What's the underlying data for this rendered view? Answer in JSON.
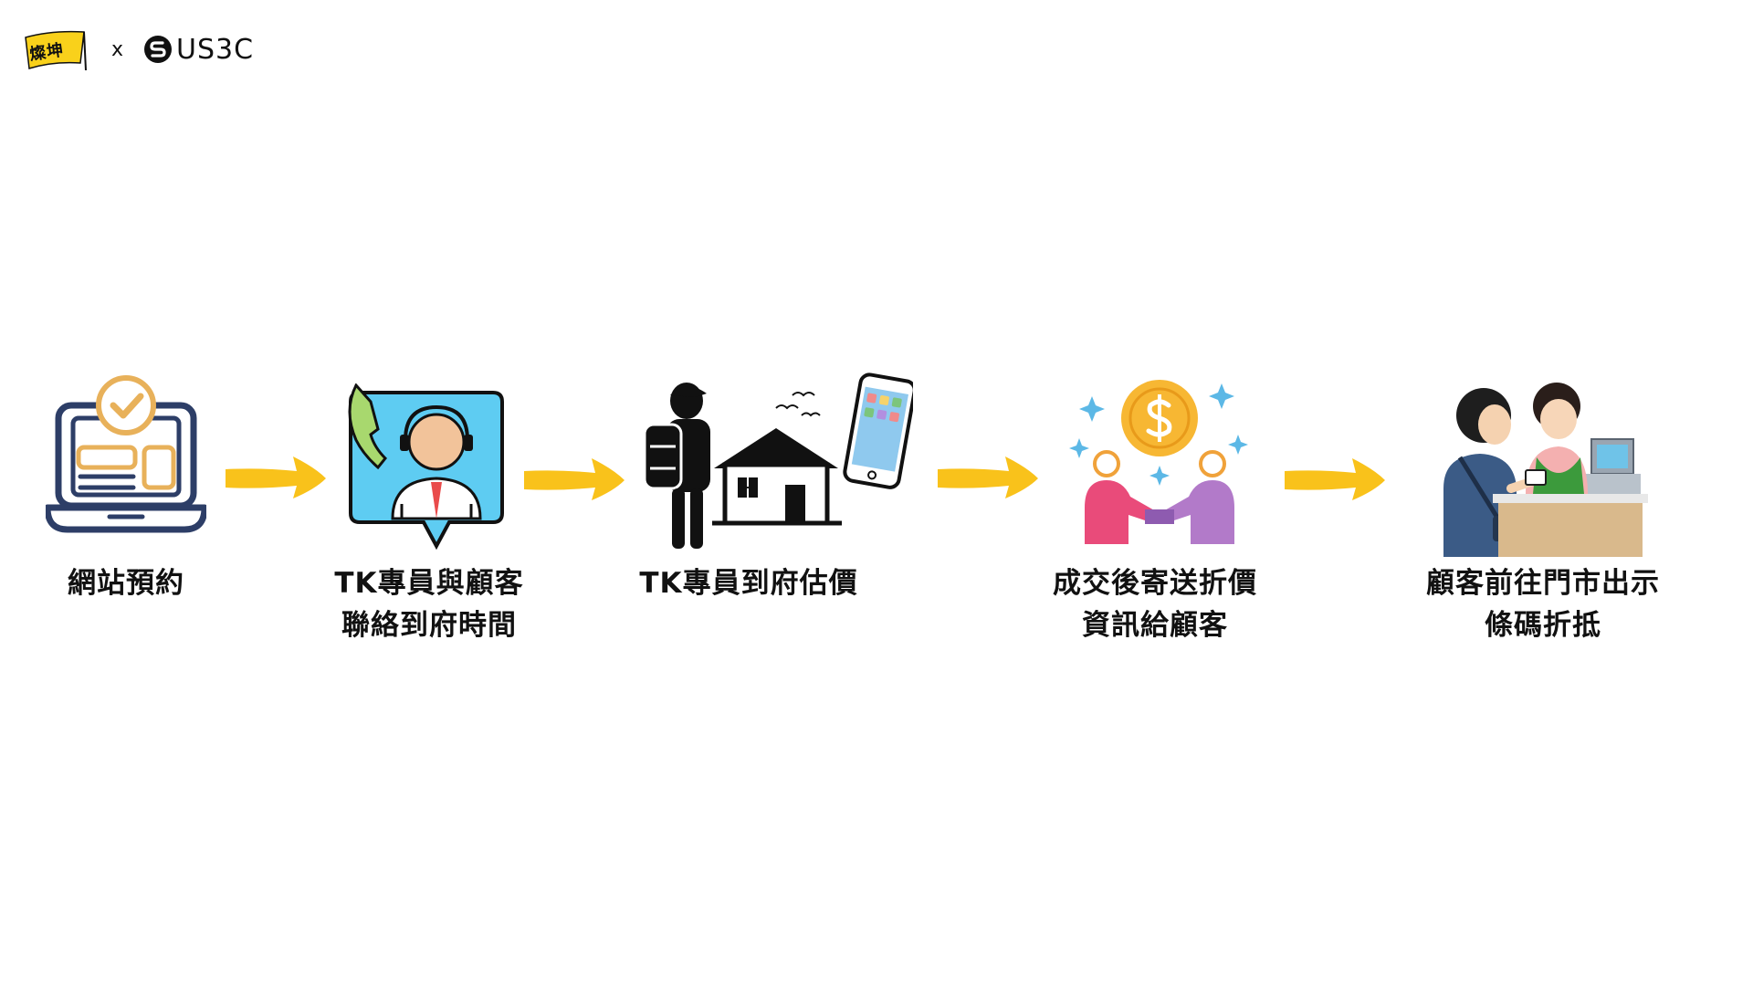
{
  "header": {
    "brand_name": "燦坤",
    "times": "x",
    "partner_name": "US3C"
  },
  "steps": [
    {
      "icon": "laptop-checkmark-icon",
      "lines": [
        "網站預約"
      ]
    },
    {
      "icon": "call-agent-headset-icon",
      "lines": [
        "TK專員與顧客",
        "聯絡到府時間"
      ]
    },
    {
      "icon": "agent-house-phone-icon",
      "lines": [
        "TK專員到府估價"
      ]
    },
    {
      "icon": "handshake-money-icon",
      "lines": [
        "成交後寄送折價",
        "資訊給顧客"
      ]
    },
    {
      "icon": "store-counter-icon",
      "lines": [
        "顧客前往門市出示",
        "條碼折抵"
      ]
    }
  ],
  "colors": {
    "arrow": "#F9C21B",
    "navy": "#2D3E67",
    "gold": "#E8B15A",
    "sky": "#5ECCF2",
    "coin": "#F7B733",
    "pink": "#E94B7A",
    "purple": "#B27AC9",
    "sparkle": "#5CB8E6",
    "apron": "#3C9A3C"
  }
}
